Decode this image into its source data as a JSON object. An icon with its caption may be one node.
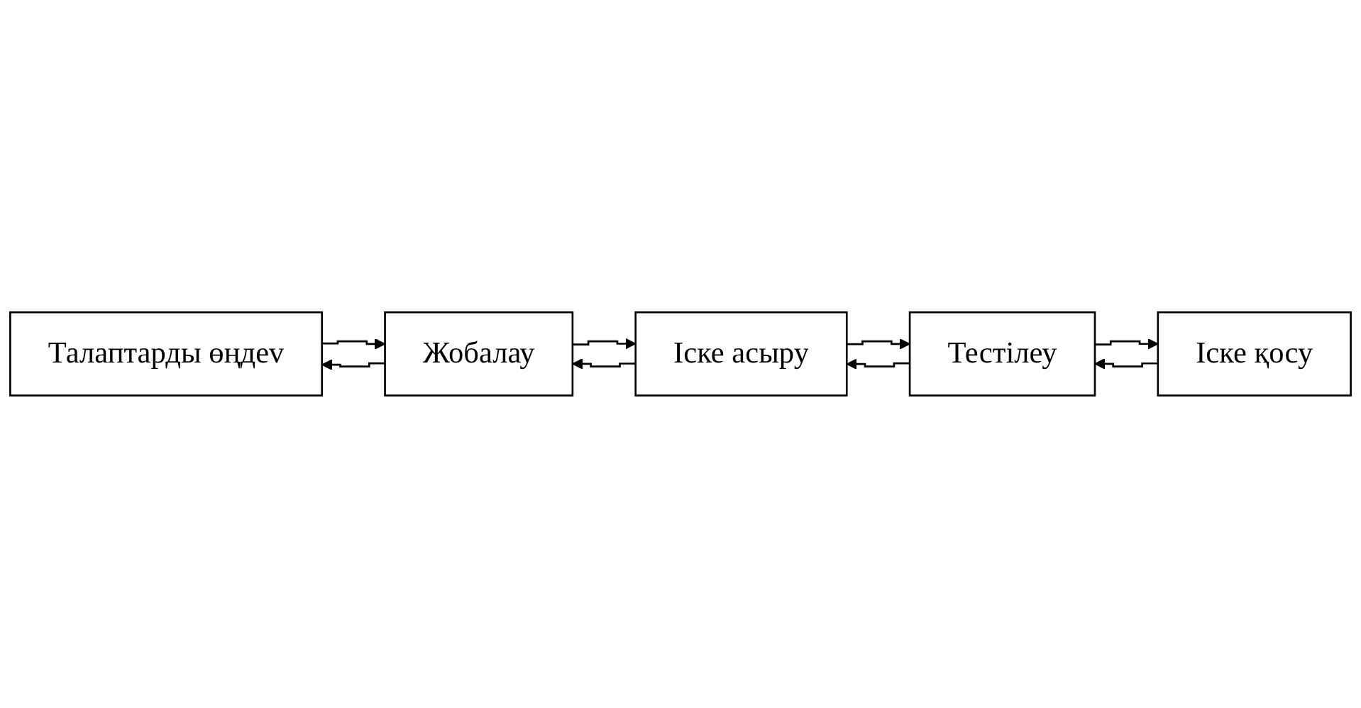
{
  "diagram": {
    "nodes": [
      {
        "text": [
          "Талаптарды өңдеv"
        ]
      },
      {
        "text": [
          "Жобалау"
        ]
      },
      {
        "text": [
          "Іске асыру"
        ]
      },
      {
        "text": [
          "Тестілеу"
        ]
      },
      {
        "text": [
          "Іске қосу"
        ]
      }
    ],
    "edges": [
      {
        "from": 0,
        "to": 1,
        "arrow": "to"
      },
      {
        "from": 1,
        "to": 0,
        "arrow": "to"
      },
      {
        "from": 1,
        "to": 2,
        "arrow": "to"
      },
      {
        "from": 2,
        "to": 1,
        "arrow": "to"
      },
      {
        "from": 2,
        "to": 3,
        "arrow": "to"
      },
      {
        "from": 3,
        "to": 2,
        "arrow": "to"
      },
      {
        "from": 3,
        "to": 4,
        "arrow": "to"
      },
      {
        "from": 4,
        "to": 3,
        "arrow": "to"
      }
    ]
  }
}
